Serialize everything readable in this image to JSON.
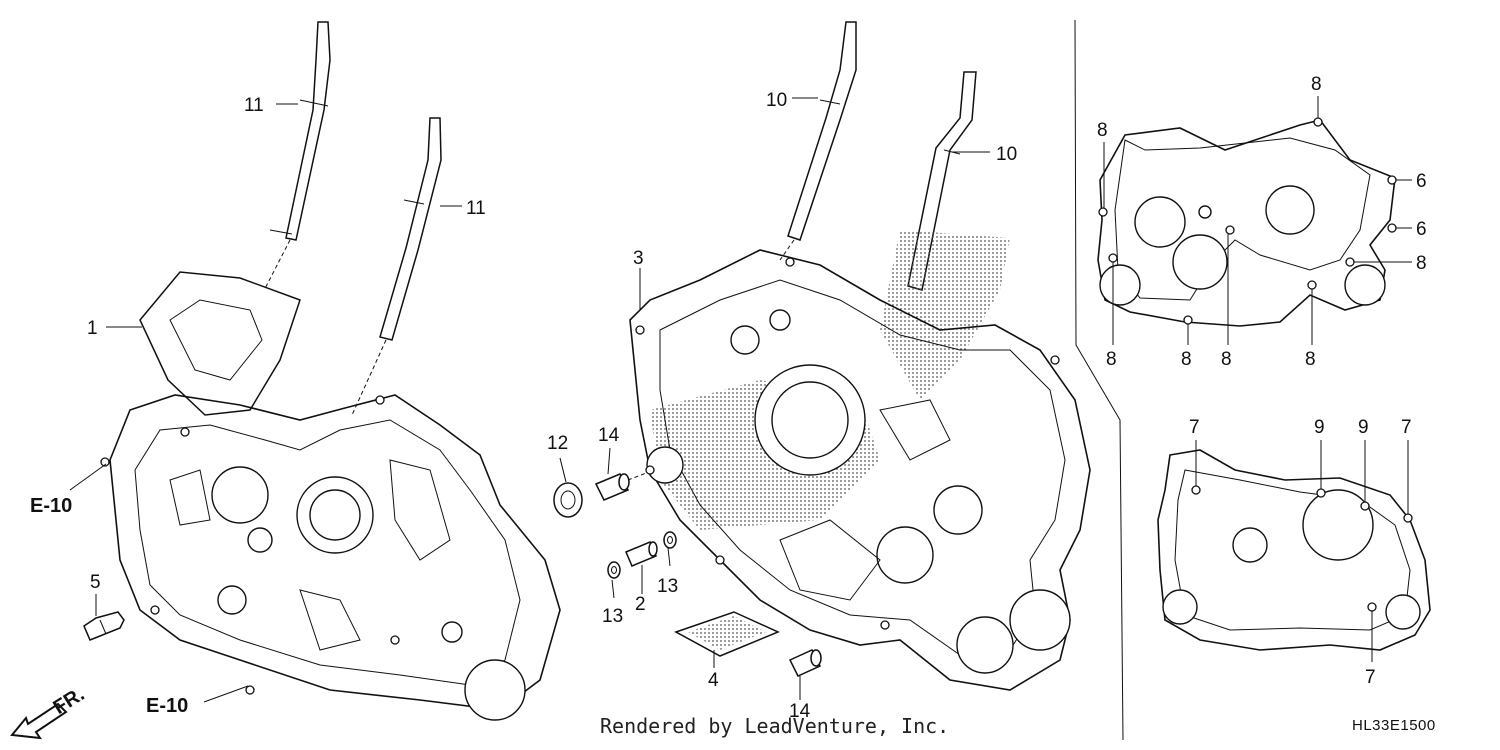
{
  "callouts": {
    "c11a": "11",
    "c11b": "11",
    "c1": "1",
    "ce10a": "E-10",
    "ce10b": "E-10",
    "c5": "5",
    "cfr": "FR.",
    "c12": "12",
    "c14a": "14",
    "c13a": "13",
    "c2": "2",
    "c13b": "13",
    "c4": "4",
    "c14b": "14",
    "c3": "3",
    "c10a": "10",
    "c10b": "10",
    "u8a": "8",
    "u8b": "8",
    "u6a": "6",
    "u6b": "6",
    "u8c": "8",
    "u8d": "8",
    "u8e": "8",
    "u8f": "8",
    "u8g": "8",
    "l7a": "7",
    "l9a": "9",
    "l9b": "9",
    "l7b": "7",
    "l7c": "7"
  },
  "footer": {
    "credit": "Rendered by LeadVenture, Inc.",
    "code": "HL33E1500"
  }
}
